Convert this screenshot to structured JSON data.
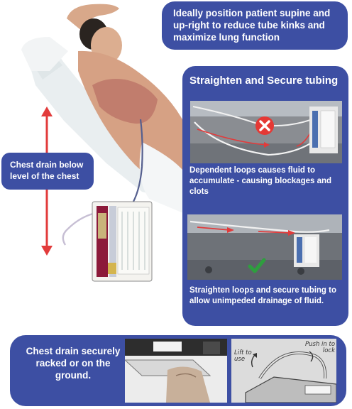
{
  "callouts": {
    "position": "Ideally position patient supine and up-right to reduce tube kinks and maximize lung function",
    "level": "Chest drain below level of the chest",
    "straighten_title": "Straighten and Secure tubing",
    "loops_caption": "Dependent loops causes fluid to accumulate - causing blockages and clots",
    "secure_caption": "Straighten loops and secure tubing to allow unimpeded drainage of fluid.",
    "racked": "Chest drain securely racked or on the ground."
  },
  "annotations": {
    "lift_to_use": "Lift to use",
    "push_in_to_lock": "Push in to lock"
  },
  "colors": {
    "callout_bg": "#3d4fa3",
    "arrow_red": "#e23b3b",
    "cross_red": "#e53935",
    "check_green": "#2e9e3e"
  },
  "icons": {
    "bad": "cross-circle-icon",
    "good": "check-mark-icon"
  }
}
